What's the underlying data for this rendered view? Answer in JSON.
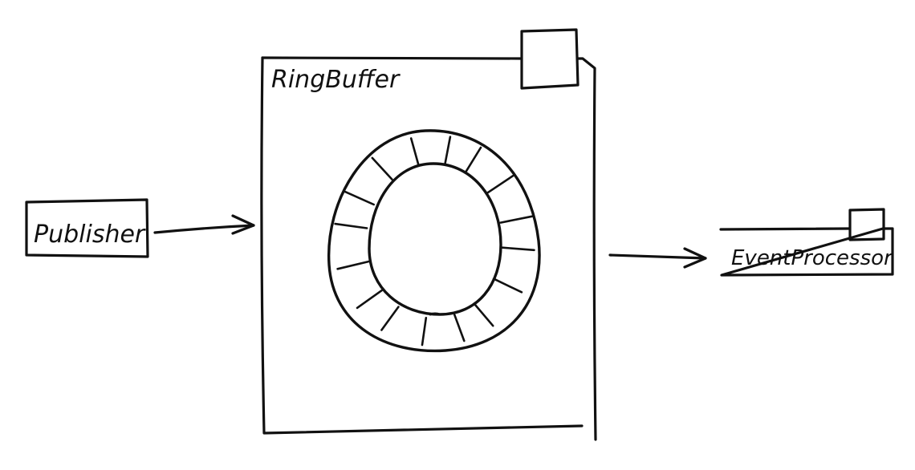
{
  "colors": {
    "ink": "#111111",
    "background": "#ffffff"
  },
  "publisher": {
    "label": "Publisher"
  },
  "ring_buffer": {
    "label": "RingBuffer",
    "slot_count": 16
  },
  "event_processor": {
    "label": "EventProcessor"
  }
}
